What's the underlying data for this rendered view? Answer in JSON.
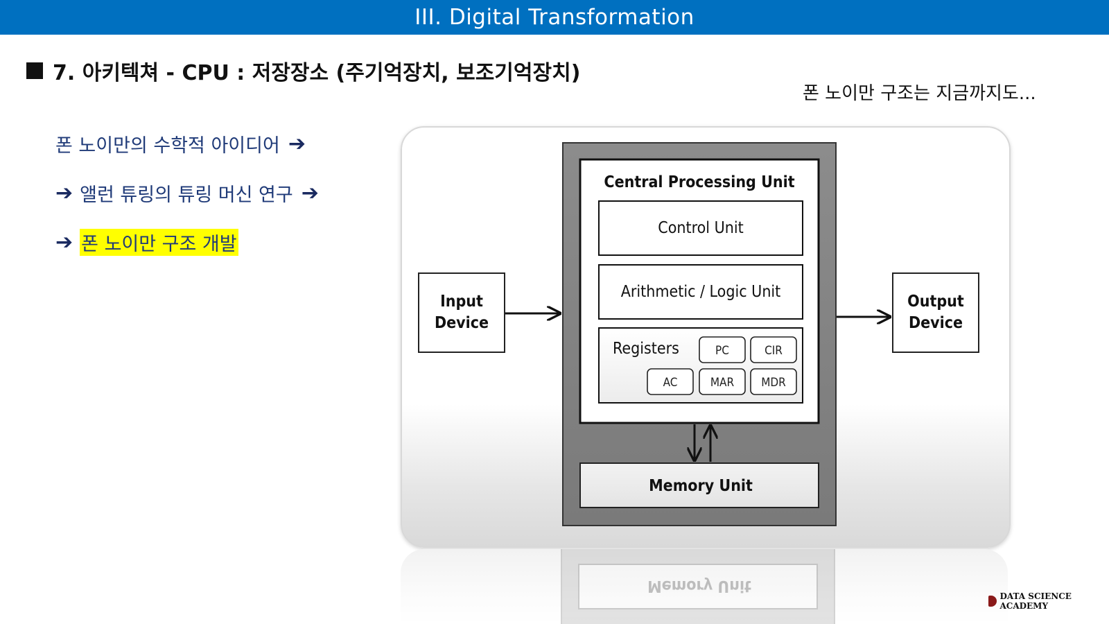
{
  "header": {
    "title": "III. Digital Transformation"
  },
  "section": {
    "title": "7. 아키텍쳐 - CPU : 저장장소 (주기억장치, 보조기억장치)"
  },
  "note": {
    "text": "폰 노이만 구조는 지금까지도..."
  },
  "steps": {
    "step1": "폰 노이만의 수학적 아이디어",
    "step2": "앨런 튜링의 튜링 머신 연구",
    "step3": "폰 노이만 구조 개발"
  },
  "arrow_symbol": "➔",
  "diagram": {
    "input_device": [
      "Input",
      "Device"
    ],
    "output_device": [
      "Output",
      "Device"
    ],
    "cpu_title": "Central Processing Unit",
    "control_unit": "Control Unit",
    "alu": "Arithmetic / Logic Unit",
    "registers_label": "Registers",
    "registers": {
      "pc": "PC",
      "cir": "CIR",
      "ac": "AC",
      "mar": "MAR",
      "mdr": "MDR"
    },
    "memory_unit": "Memory Unit"
  },
  "logo": {
    "text": "DATA SCIENCE ACADEMY"
  },
  "colors": {
    "header": "#0070c0",
    "step_text": "#1f3a78",
    "highlight": "#ffff00"
  }
}
